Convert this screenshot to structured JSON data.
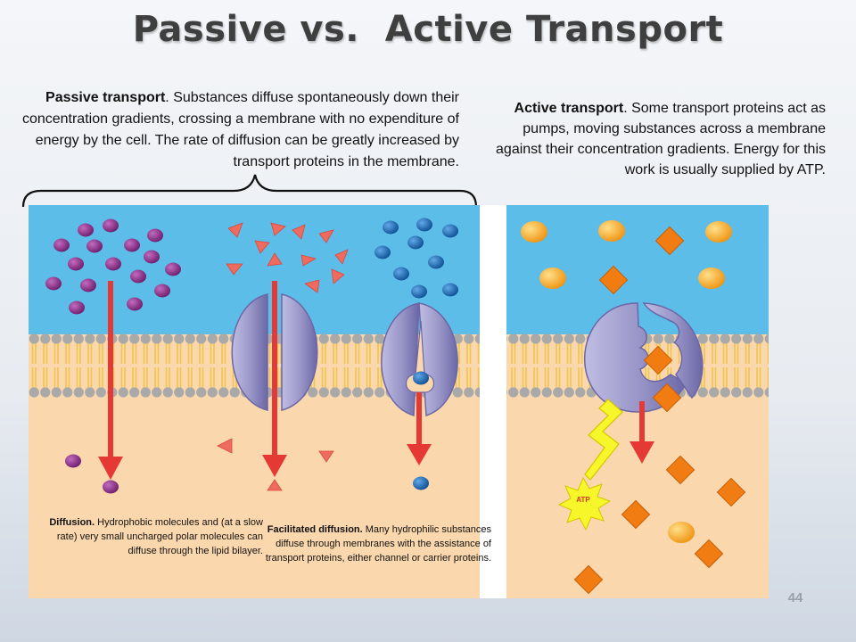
{
  "title": "Passive vs.  Active Transport",
  "passive": {
    "heading": "Passive transport",
    "body": ". Substances diffuse spontaneously down their concentration gradients, crossing a membrane with no expenditure of energy by the cell. The rate of diffusion can be greatly increased by transport proteins in the membrane."
  },
  "active": {
    "heading": "Active transport",
    "body": ". Some transport proteins act as pumps, moving substances across a membrane against their concentration gradients. Energy for this work is usually supplied by ATP."
  },
  "captions": {
    "diffusion_heading": "Diffusion.",
    "diffusion_body": " Hydrophobic molecules and (at a slow rate) very small uncharged polar molecules can diffuse through the lipid bilayer.",
    "facilitated_heading": "Facilitated diffusion.",
    "facilitated_body": " Many hydrophilic substances diffuse through membranes with the assistance of transport proteins, either channel or carrier proteins."
  },
  "atp_label": "ATP",
  "page_number": "44",
  "colors": {
    "extracellular": "#5dbde9",
    "cytoplasm": "#fbd7ad",
    "lipid_tail": "#f0c54a",
    "lipid_head": "#a9a9a9",
    "arrow": "#e53935",
    "protein": "#9b98cc",
    "purple_molecule": "#8b2f88",
    "triangle_molecule": "#ee6b5f",
    "blue_molecule": "#1e73be",
    "orange_diamond": "#f07c12",
    "orange_ball": "#f5a51d",
    "lightning": "#f6f62a"
  }
}
